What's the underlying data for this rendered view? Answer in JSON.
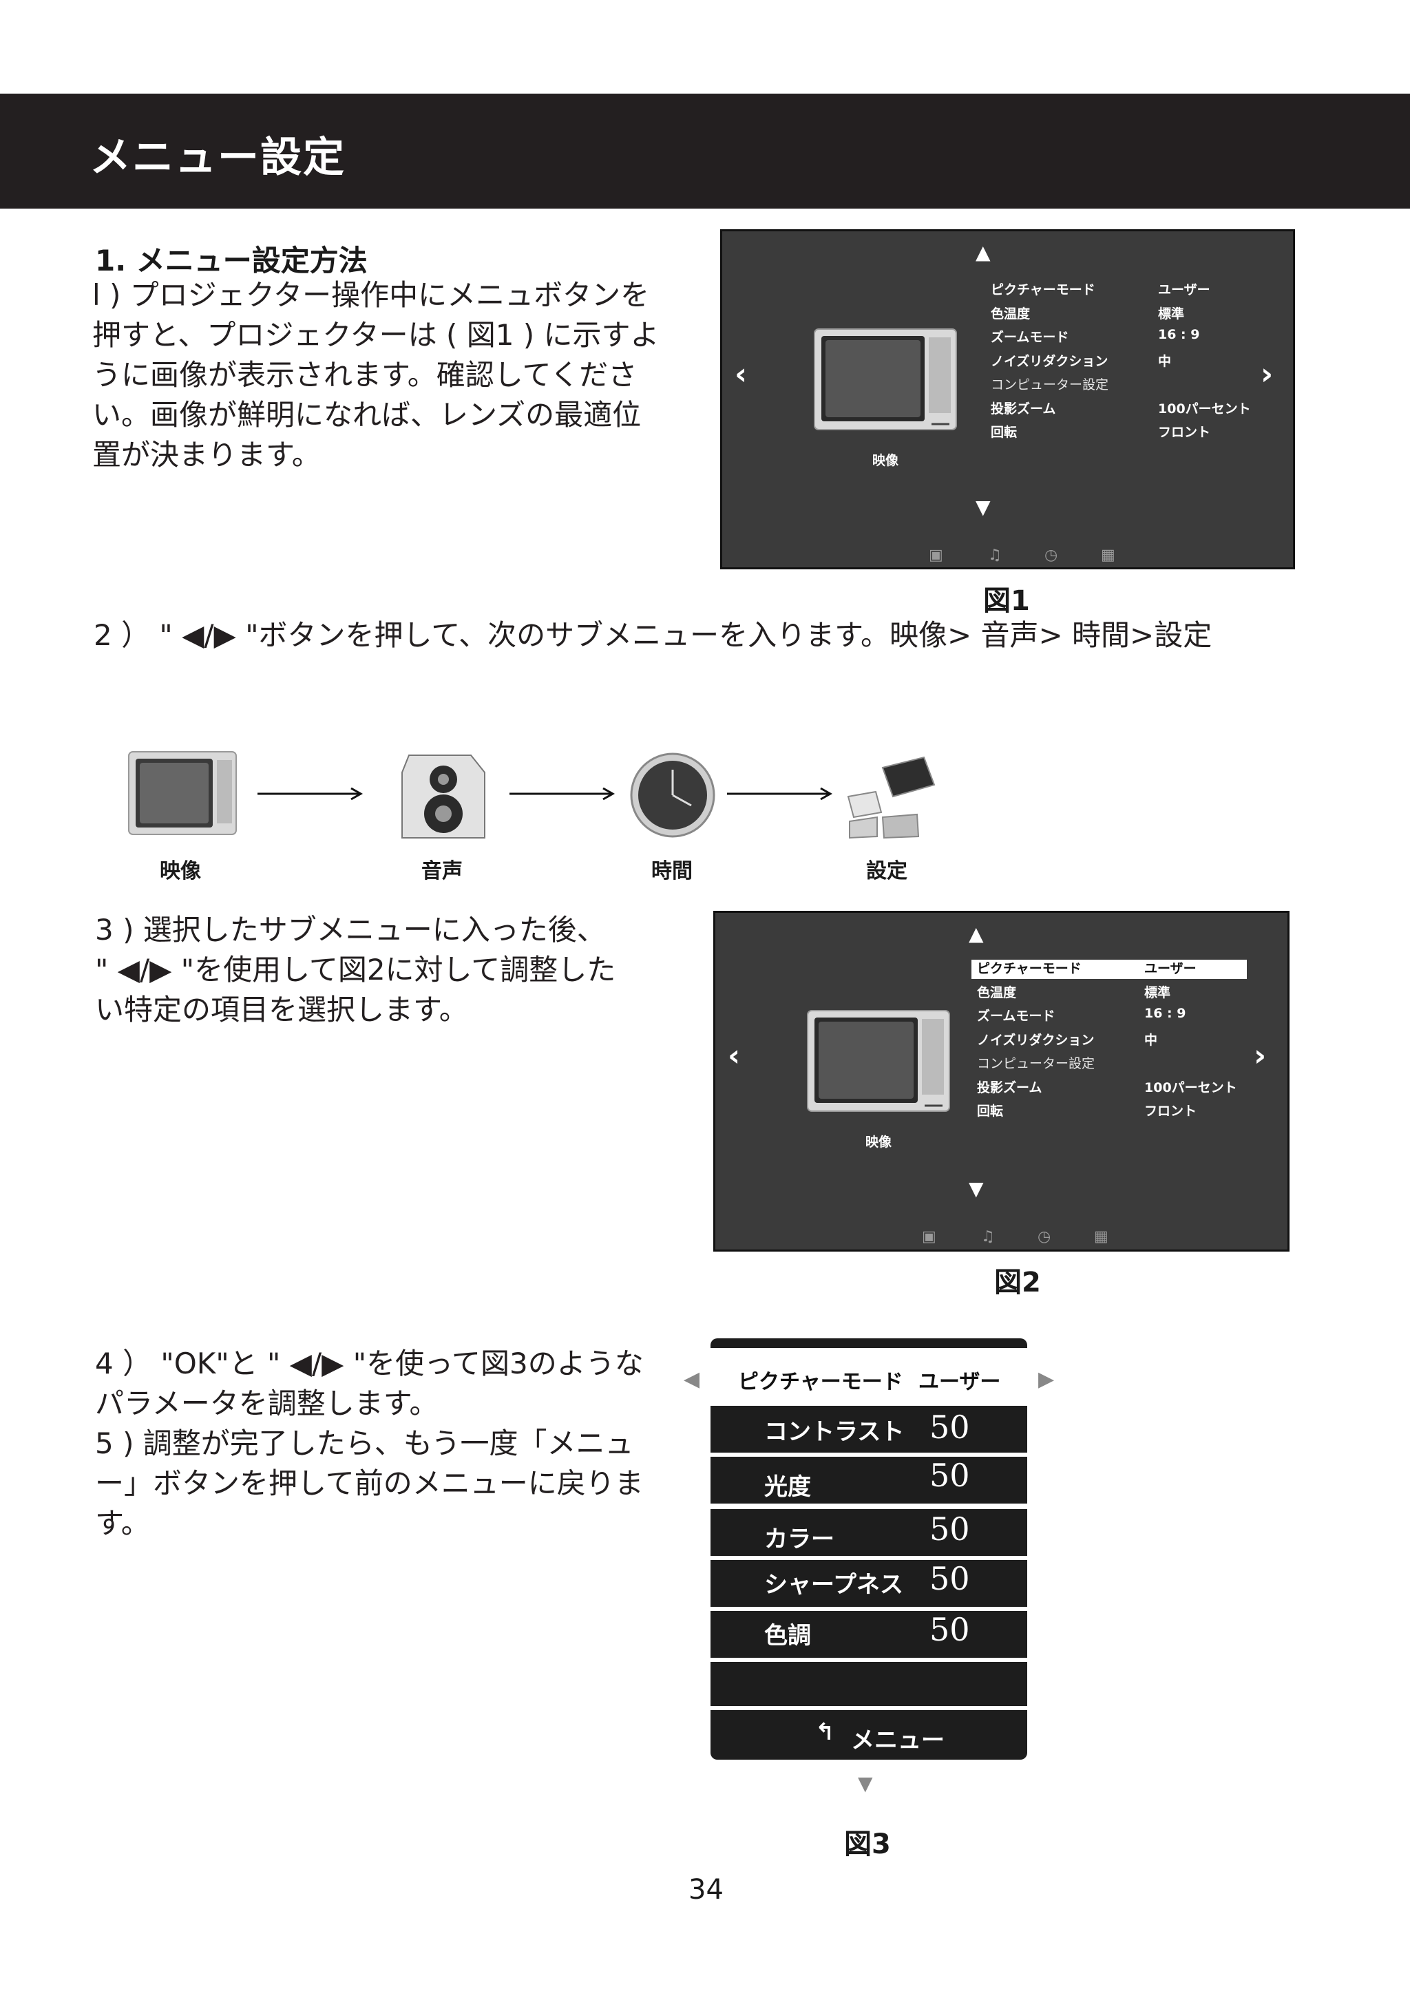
{
  "banner": {
    "title": "メニュー設定"
  },
  "section1": {
    "heading": "1. メニュー設定方法",
    "lines": [
      "l ) プロジェクター操作中にメニュボタンを",
      "押すと、プロジェクターは ( 図1 ) に示すよ",
      "うに画像が表示されます。確認してくださ",
      "い。画像が鮮明になれば、レンズの最適位",
      "置が決まります。"
    ]
  },
  "menu": {
    "rows": [
      {
        "label": "ピクチャーモード",
        "value": "ユーザー"
      },
      {
        "label": "色温度",
        "value": "標準"
      },
      {
        "label": "ズームモード",
        "value": "16 : 9"
      },
      {
        "label": "ノイズリダクション",
        "value": "中"
      },
      {
        "label": "コンピューター設定",
        "value": ""
      },
      {
        "label": "投影ズーム",
        "value": "100パーセント"
      },
      {
        "label": "回転",
        "value": "フロント"
      }
    ],
    "icon_caption": "映像",
    "icons": {
      "up": "▲",
      "down": "▼",
      "left": "‹",
      "right": "›",
      "bottom": [
        "monitor-icon",
        "music-icon",
        "clock-icon",
        "settings-icon"
      ]
    }
  },
  "fig1": {
    "caption": "図1"
  },
  "step2": {
    "text": "2 ） \" ◀/▶ \"ボタンを押して、次のサブメニューを入ります。映像> 音声> 時間>設定"
  },
  "flow": {
    "labels": [
      "映像",
      "音声",
      "時間",
      "設定"
    ]
  },
  "step3": {
    "lines": [
      "3 ) 選択したサブメニューに入った後、",
      "\" ◀/▶ \"を使用して図2に対して調整した",
      "い特定の項目を選択します。"
    ]
  },
  "fig2": {
    "caption": "図2"
  },
  "step4": {
    "lines": [
      "4 ） \"OK\"と \" ◀/▶ \"を使って図3のような",
      "パラメータを調整します。",
      "5 ) 調整が完了したら、もう一度「メニュ",
      "ー」ボタンを押して前のメニューに戻りま",
      "す。"
    ]
  },
  "fig3": {
    "header_label": "ピクチャーモード",
    "header_value": "ユーザー",
    "params": [
      {
        "label": "コントラスト",
        "value": "50"
      },
      {
        "label": "光度",
        "value": "50"
      },
      {
        "label": "カラー",
        "value": "50"
      },
      {
        "label": "シャープネス",
        "value": "50"
      },
      {
        "label": "色調",
        "value": "50"
      }
    ],
    "footer": "メニュー",
    "caption": "図3"
  },
  "page_number": "34"
}
